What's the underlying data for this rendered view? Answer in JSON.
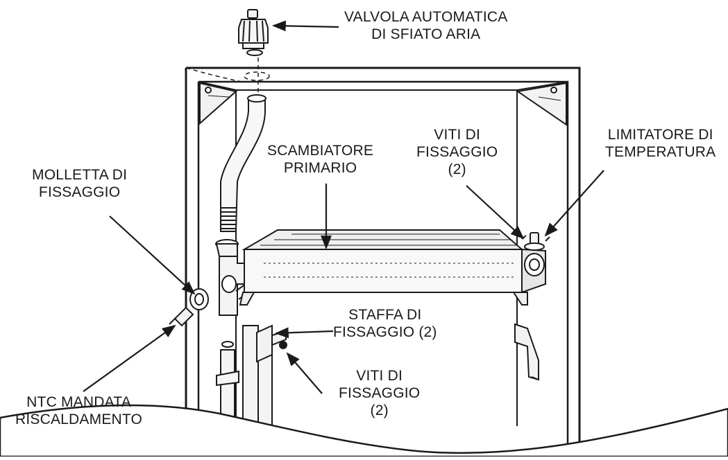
{
  "labels": {
    "air_vent": {
      "line1": "VALVOLA AUTOMATICA",
      "line2": "DI SFIATO ARIA"
    },
    "primary_exchanger": {
      "line1": "SCAMBIATORE",
      "line2": "PRIMARIO"
    },
    "screws_top": {
      "line1": "VITI DI",
      "line2": "FISSAGGIO",
      "line3": "(2)"
    },
    "temp_limiter": {
      "line1": "LIMITATORE DI",
      "line2": "TEMPERATURA"
    },
    "clip": {
      "line1": "MOLLETTA DI",
      "line2": "FISSAGGIO"
    },
    "bracket": {
      "line1": "STAFFA DI",
      "line2": "FISSAGGIO (2)"
    },
    "screws_bottom": {
      "line1": "VITI DI",
      "line2": "FISSAGGIO",
      "line3": "(2)"
    },
    "ntc": {
      "line1": "NTC MANDATA",
      "line2": "RISCALDAMENTO"
    }
  },
  "colors": {
    "line": "#1a1a1a",
    "background": "#ffffff",
    "shade": "#e8e8e8"
  }
}
